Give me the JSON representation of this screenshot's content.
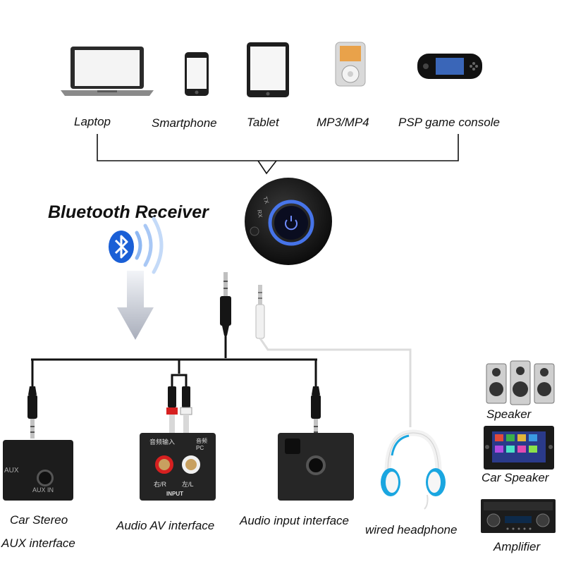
{
  "sources": {
    "laptop": "Laptop",
    "smartphone": "Smartphone",
    "tablet": "Tablet",
    "mp3": "MP3/MP4",
    "psp": "PSP game console"
  },
  "receiver": {
    "title": "Bluetooth Receiver",
    "tx_label": "TX",
    "rx_label": "RX"
  },
  "outputs": {
    "car_stereo_line1": "Car Stereo",
    "car_stereo_line2": "AUX interface",
    "car_panel_aux": "AUX",
    "car_panel_auxin": "AUX IN",
    "av": "Audio AV interface",
    "av_panel_top": "音频输入",
    "av_panel_pc": "音频 PC",
    "av_panel_r": "右/R",
    "av_panel_l": "左/L",
    "av_panel_input": "INPUT",
    "audio_input": "Audio input interface",
    "headphone": "wired headphone"
  },
  "devices": {
    "speaker": "Speaker",
    "car_speaker": "Car Speaker",
    "amplifier": "Amplifier"
  },
  "colors": {
    "bluetooth_blue": "#1a5fd6",
    "glow_blue": "#4a7dff",
    "line": "#111111",
    "rca_red": "#d62020"
  }
}
